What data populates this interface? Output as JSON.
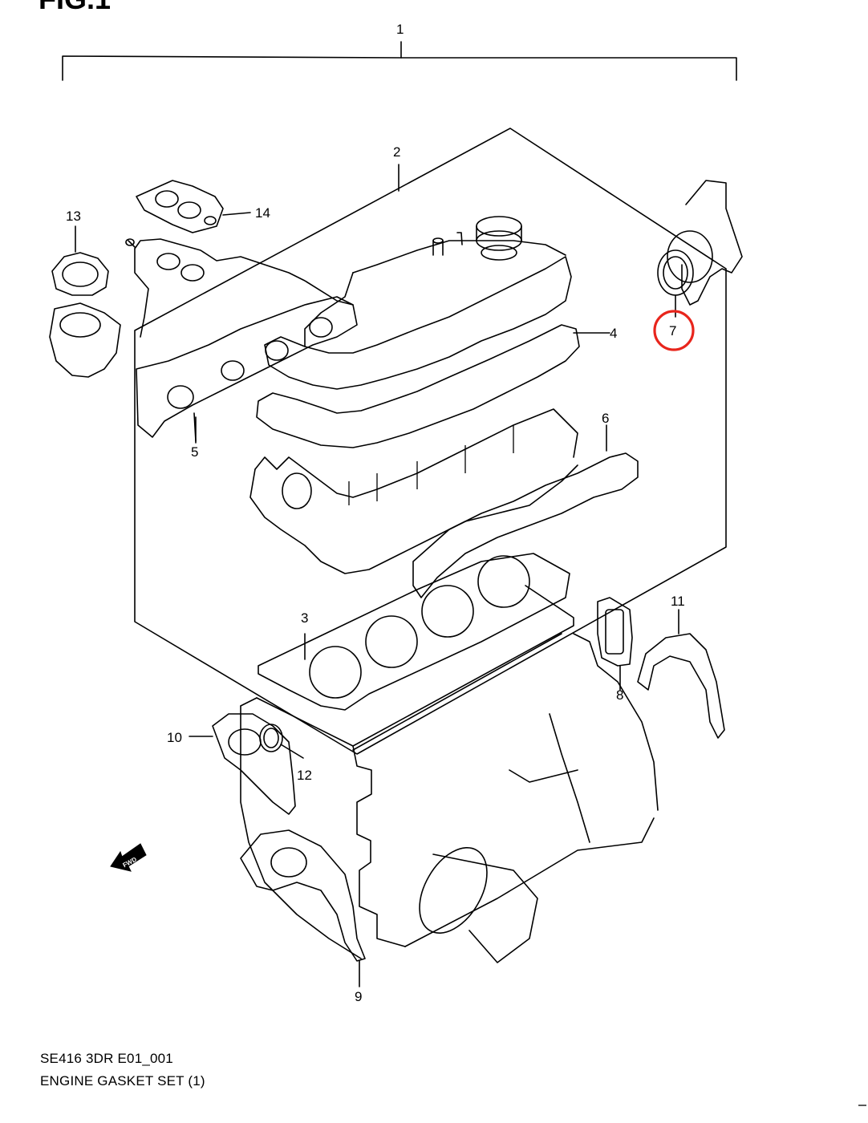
{
  "figure_title": "FIG.1",
  "caption": {
    "code": "SE416 3DR E01_001",
    "name": "ENGINE GASKET SET (1)"
  },
  "labels": {
    "p1": "1",
    "p2": "2",
    "p3": "3",
    "p4": "4",
    "p5": "5",
    "p6": "6",
    "p7": "7",
    "p8": "8",
    "p9": "9",
    "p10": "10",
    "p11": "11",
    "p12": "12",
    "p13": "13",
    "p14": "14"
  },
  "fwd_label": "FWD",
  "highlight_color": "#e8251c",
  "highlighted_part": "7"
}
